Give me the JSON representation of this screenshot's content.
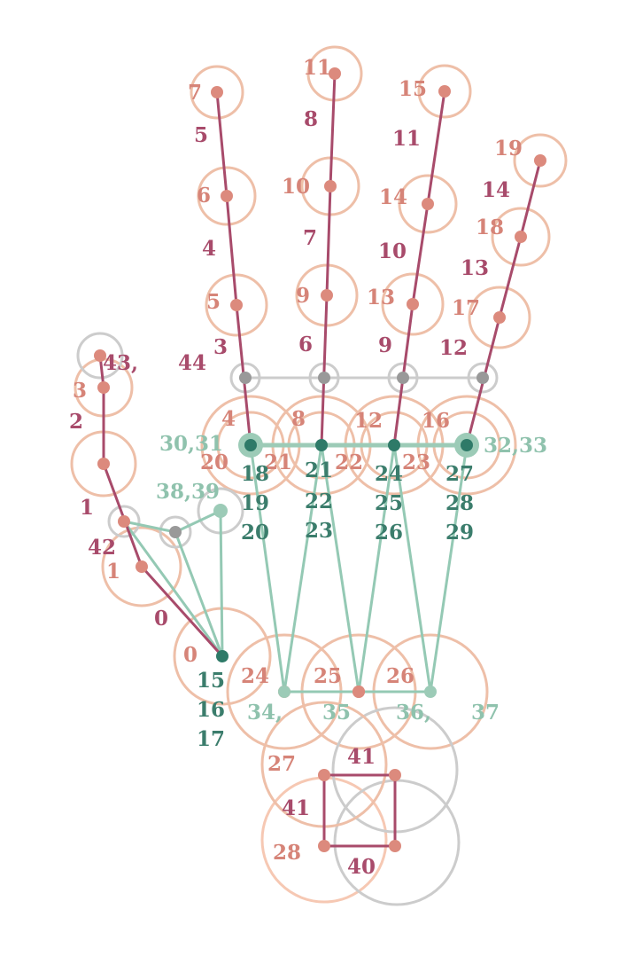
{
  "colors": {
    "bone": "#a84b6b",
    "bone_label": "#a84b6b",
    "joint": "#dc8a7d",
    "joint_label": "#d68478",
    "ring": "#eebfa8",
    "ring_light": "#f6c8b3",
    "gray_ring": "#cccccc",
    "gray_node": "#999999",
    "gray_line": "#cccccc",
    "green_line": "#94c9b4",
    "green_light": "#9ccbb7",
    "green_dark": "#2e7a68",
    "green_label_dark": "#3b7d6c",
    "green_label_light": "#8fc2ad"
  },
  "joint_labels": [
    "0",
    "1",
    "3",
    "5",
    "6",
    "7",
    "8",
    "9",
    "10",
    "11",
    "12",
    "13",
    "14",
    "15",
    "16",
    "17",
    "18",
    "19",
    "20",
    "21",
    "22",
    "23",
    "24",
    "25",
    "26",
    "27",
    "28"
  ],
  "bone_labels": [
    "0",
    "1",
    "2",
    "3",
    "4",
    "5",
    "6",
    "7",
    "8",
    "9",
    "10",
    "11",
    "12",
    "13",
    "14",
    "40",
    "41",
    "41",
    "42",
    "43,",
    "44"
  ],
  "green_labels": [
    "30,31",
    "32,33",
    "38,39",
    "34,",
    "35",
    "36,",
    "37"
  ],
  "green_dark_labels": [
    "15",
    "16",
    "17",
    "18",
    "19",
    "20",
    "21",
    "22",
    "23",
    "24",
    "25",
    "26",
    "27",
    "28",
    "29"
  ]
}
